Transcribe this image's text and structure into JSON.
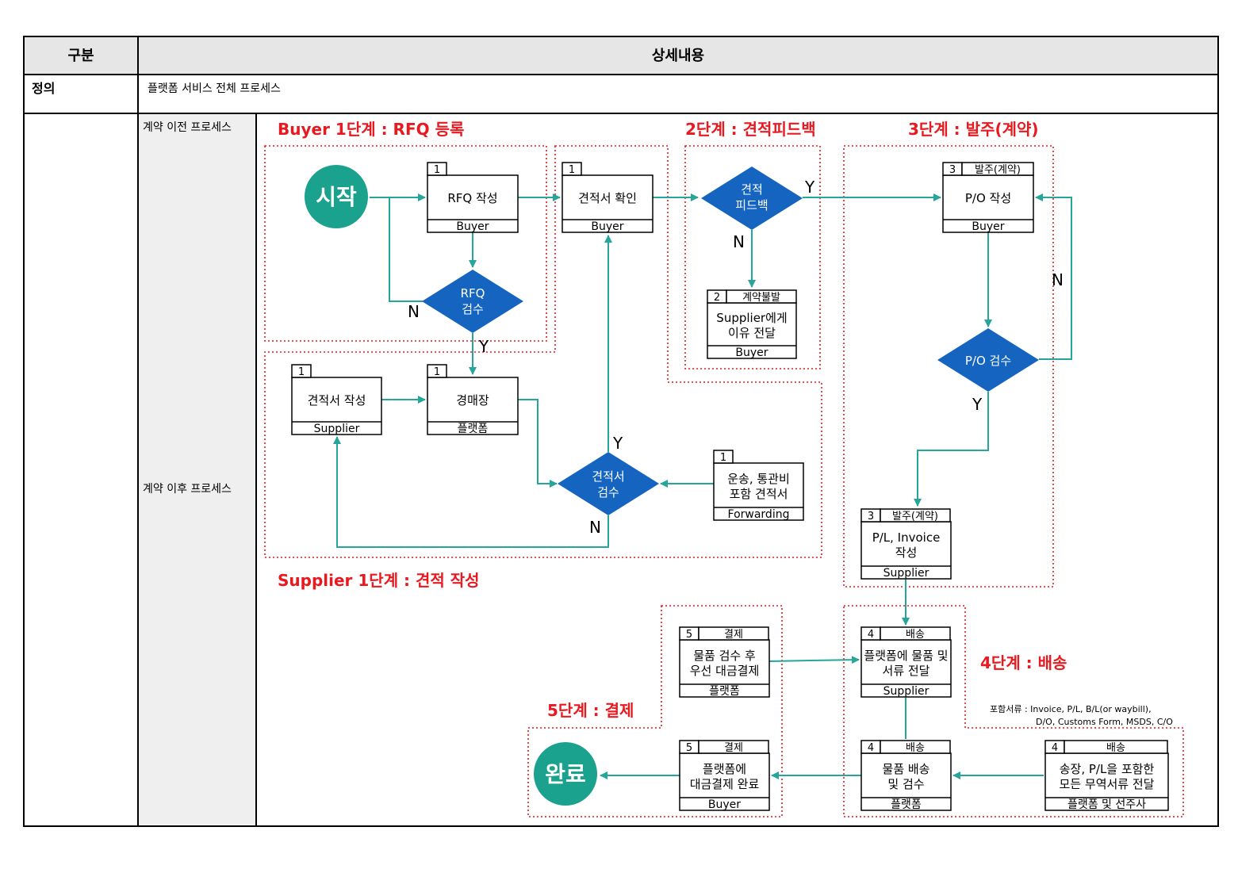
{
  "header": {
    "col1": "구분",
    "col2": "상세내용"
  },
  "row_definition": {
    "label": "정의",
    "content": "플랫폼 서비스 전체 프로세스"
  },
  "row_process": {
    "pre_contract": "계약 이전 프로세스",
    "post_contract": "계약 이후 프로세스"
  },
  "stages": {
    "buyer1": "Buyer 1단계 : RFQ 등록",
    "stage2": "2단계 : 견적피드백",
    "stage3": "3단계 : 발주(계약)",
    "supplier1": "Supplier 1단계 : 견적 작성",
    "stage4": "4단계 : 배송",
    "stage5": "5단계 : 결제"
  },
  "terminals": {
    "start": "시작",
    "end": "완료"
  },
  "boxes": {
    "rfq_write": {
      "num": "1",
      "tag": "",
      "line1": "RFQ 작성",
      "line2": "",
      "role": "Buyer"
    },
    "quote_check": {
      "num": "1",
      "tag": "",
      "line1": "견적서 확인",
      "line2": "",
      "role": "Buyer"
    },
    "quote_write": {
      "num": "1",
      "tag": "",
      "line1": "견적서 작성",
      "line2": "",
      "role": "Supplier"
    },
    "auction": {
      "num": "1",
      "tag": "",
      "line1": "경매장",
      "line2": "",
      "role": "플랫폼"
    },
    "forwarding": {
      "num": "1",
      "tag": "",
      "line1": "운송, 통관비",
      "line2": "포함 견적서",
      "role": "Forwarding"
    },
    "contract_fail": {
      "num": "2",
      "tag": "계약불발",
      "line1": "Supplier에게",
      "line2": "이유 전달",
      "role": "Buyer"
    },
    "po_write": {
      "num": "3",
      "tag": "발주(계약)",
      "line1": "P/O 작성",
      "line2": "",
      "role": "Buyer"
    },
    "pl_invoice": {
      "num": "3",
      "tag": "발주(계약)",
      "line1": "P/L, Invoice",
      "line2": "작성",
      "role": "Supplier"
    },
    "deliver_docs": {
      "num": "4",
      "tag": "배송",
      "line1": "플랫폼에 물품 및",
      "line2": "서류 전달",
      "role": "Supplier"
    },
    "ship_inspect": {
      "num": "4",
      "tag": "배송",
      "line1": "물품 배송",
      "line2": "및 검수",
      "role": "플랫폼"
    },
    "trade_docs": {
      "num": "4",
      "tag": "배송",
      "line1": "송장, P/L을 포함한",
      "line2": "모든 무역서류 전달",
      "role": "플랫폼 및 선주사"
    },
    "pay_first": {
      "num": "5",
      "tag": "결제",
      "line1": "물품 검수 후",
      "line2": "우선 대금결제",
      "role": "플랫폼"
    },
    "pay_complete": {
      "num": "5",
      "tag": "결제",
      "line1": "플랫폼에",
      "line2": "대금결제 완료",
      "role": "Buyer"
    }
  },
  "decisions": {
    "rfq_check": {
      "line1": "RFQ",
      "line2": "검수"
    },
    "quote_feedback": {
      "line1": "견적",
      "line2": "피드백"
    },
    "quote_review": {
      "line1": "견적서",
      "line2": "검수"
    },
    "po_check": {
      "line1": "P/O 검수",
      "line2": ""
    }
  },
  "flow_labels": {
    "yes": "Y",
    "no": "N"
  },
  "note": {
    "line1": "포함서류 : Invoice, P/L, B/L(or waybill),",
    "line2": "D/O, Customs Form, MSDS, C/O"
  },
  "colors": {
    "accent": "#1aa28f",
    "diamond": "#1565c0",
    "stage_red": "#e8191f",
    "arrow": "#26a69a"
  }
}
